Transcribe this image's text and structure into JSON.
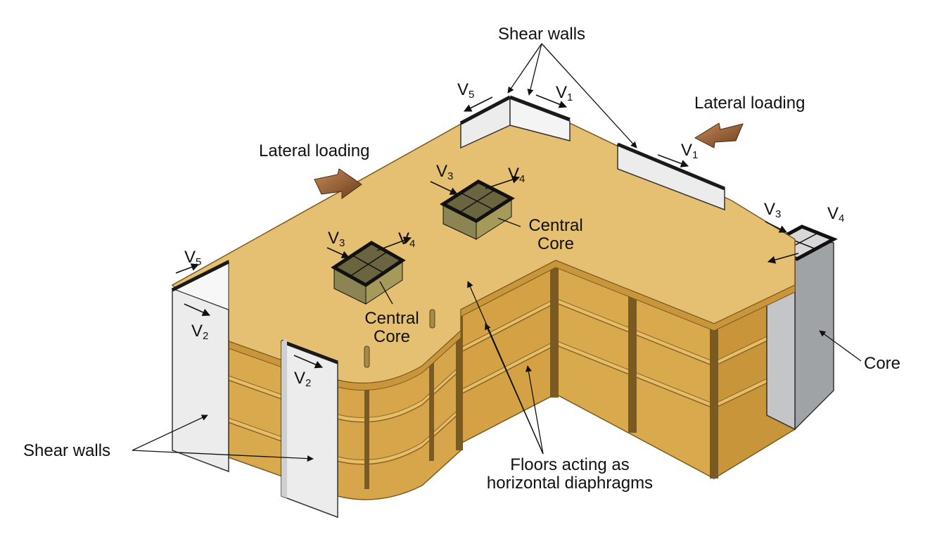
{
  "labels": {
    "shear_walls_top": "Shear walls",
    "lateral_loading_left": "Lateral loading",
    "lateral_loading_right": "Lateral loading",
    "central_core_1_line1": "Central",
    "central_core_1_line2": "Core",
    "central_core_2_line1": "Central",
    "central_core_2_line2": "Core",
    "core": "Core",
    "shear_walls_bottom": "Shear walls",
    "floors_line1": "Floors acting as",
    "floors_line2": "horizontal diaphragms"
  },
  "forces": {
    "v5_top": {
      "letter": "V",
      "sub": "5"
    },
    "v1_top": {
      "letter": "V",
      "sub": "1"
    },
    "v1_right": {
      "letter": "V",
      "sub": "1"
    },
    "v3_core2": {
      "letter": "V",
      "sub": "3"
    },
    "v4_core2": {
      "letter": "V",
      "sub": "4"
    },
    "v3_core1": {
      "letter": "V",
      "sub": "3"
    },
    "v4_core1": {
      "letter": "V",
      "sub": "4"
    },
    "v3_core": {
      "letter": "V",
      "sub": "3"
    },
    "v4_core": {
      "letter": "V",
      "sub": "4"
    },
    "v5_left": {
      "letter": "V",
      "sub": "5"
    },
    "v2_left": {
      "letter": "V",
      "sub": "2"
    },
    "v2_mid": {
      "letter": "V",
      "sub": "2"
    }
  },
  "colors": {
    "slab_top": "#e5c072",
    "slab_side": "#d9a94e",
    "slab_dark": "#b8862e",
    "wall": "#ececec",
    "wall_edge": "#1a1a1a",
    "core_grey": "#a9acaf",
    "load_arrow": "#7a4a28"
  }
}
